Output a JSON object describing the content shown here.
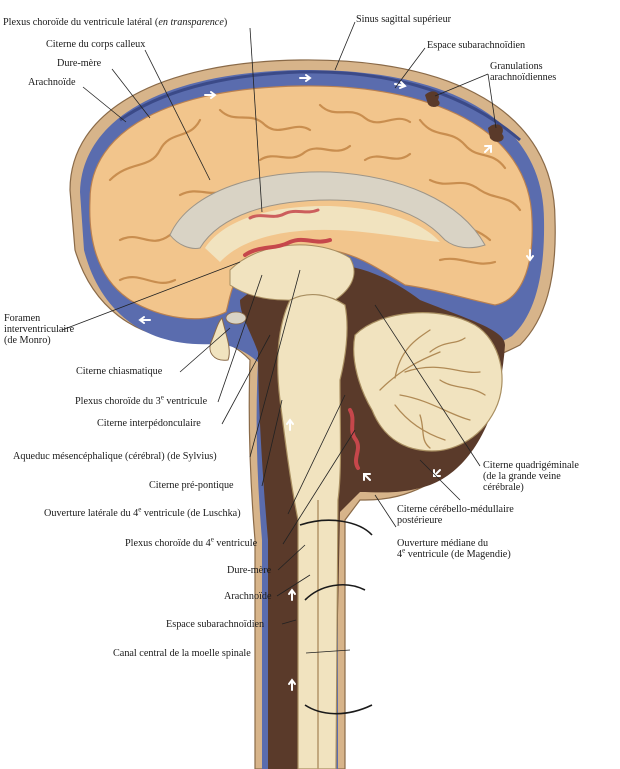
{
  "labels": {
    "plexus_lateral_main": "Plexus choroïde du ventricule latéral (",
    "plexus_lateral_italic": "en transparence",
    "plexus_lateral_close": ")",
    "sinus_sagittal": "Sinus sagittal supérieur",
    "citerne_corps_calleux": "Citerne du corps calleux",
    "espace_subarachnoidien_top": "Espace subarachnoïdien",
    "dure_mere_top": "Dure-mère",
    "granulations_1": "Granulations",
    "granulations_2": "arachnoïdiennes",
    "arachnoide_top": "Arachnoïde",
    "foramen_1": "Foramen",
    "foramen_2": "interventriculaire",
    "foramen_3": "(de Monro)",
    "citerne_chiasmatique": "Citerne chiasmatique",
    "plexus_3e_pre": "Plexus choroïde du 3",
    "plexus_3e_sup": "e",
    "plexus_3e_post": " ventricule",
    "citerne_interpedonculaire": "Citerne interpédonculaire",
    "aqueduc": "Aqueduc mésencéphalique (cérébral) (de Sylvius)",
    "citerne_quadrigeminale_1": "Citerne quadrigéminale",
    "citerne_quadrigeminale_2": "(de la grande veine",
    "citerne_quadrigeminale_3": "cérébrale)",
    "citerne_prepontique": "Citerne pré-pontique",
    "citerne_cerebello_1": "Citerne cérébello-médullaire",
    "citerne_cerebello_2": "postérieure",
    "ouverture_laterale_pre": "Ouverture latérale du 4",
    "ouverture_laterale_sup": "e",
    "ouverture_laterale_post": " ventricule (de Luschka)",
    "ouverture_mediane_1": "Ouverture médiane du",
    "ouverture_mediane_2_pre": "4",
    "ouverture_mediane_2_sup": "e",
    "ouverture_mediane_2_post": " ventricule (de Magendie)",
    "plexus_4e_pre": "Plexus choroïde du 4",
    "plexus_4e_sup": "e",
    "plexus_4e_post": " ventricule",
    "dure_mere_bottom": "Dure-mère",
    "arachnoide_bottom": "Arachnoïde",
    "espace_subarachnoidien_bottom": "Espace subarachnoïdien",
    "canal_central": "Canal central de la moelle spinale"
  },
  "colors": {
    "dura": "#d7b48a",
    "csf_space": "#5a6cae",
    "csf_space_light": "#8e9bd0",
    "brain": "#f2c58c",
    "brain_fold": "#c98e4f",
    "dark_space": "#5a3a2a",
    "cream": "#f1e3bf",
    "callosum": "#d9d3c5",
    "plexus": "#c6474b",
    "leader": "#222222"
  }
}
